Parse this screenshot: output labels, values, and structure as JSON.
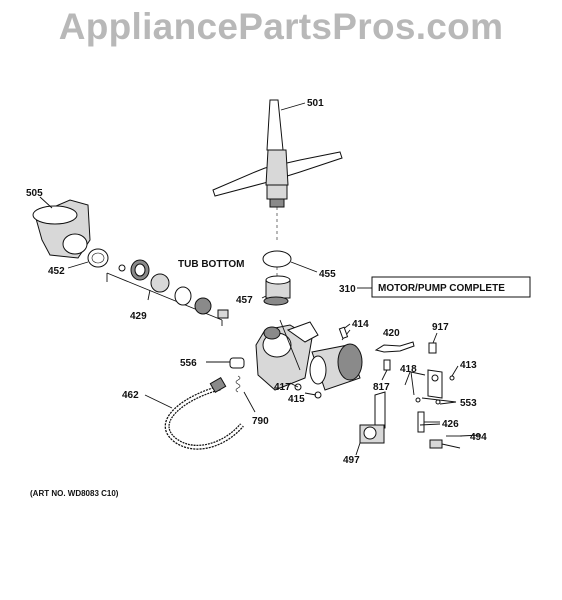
{
  "watermark": "AppliancePartsPros.com",
  "labels": {
    "p501": "501",
    "p505": "505",
    "p452": "452",
    "p429": "429",
    "p455": "455",
    "p457": "457",
    "p310": "310",
    "p414": "414",
    "p420": "420",
    "p917": "917",
    "p556": "556",
    "p417": "417",
    "p415": "415",
    "p817": "817",
    "p418": "418",
    "p413": "413",
    "p462": "462",
    "p790": "790",
    "p553": "553",
    "p426": "426",
    "p497": "497",
    "p494": "494"
  },
  "tub_bottom": "TUB BOTTOM",
  "motor_pump_box": "MOTOR/PUMP COMPLETE",
  "art_no": "(ART NO. WD8083 C10)"
}
